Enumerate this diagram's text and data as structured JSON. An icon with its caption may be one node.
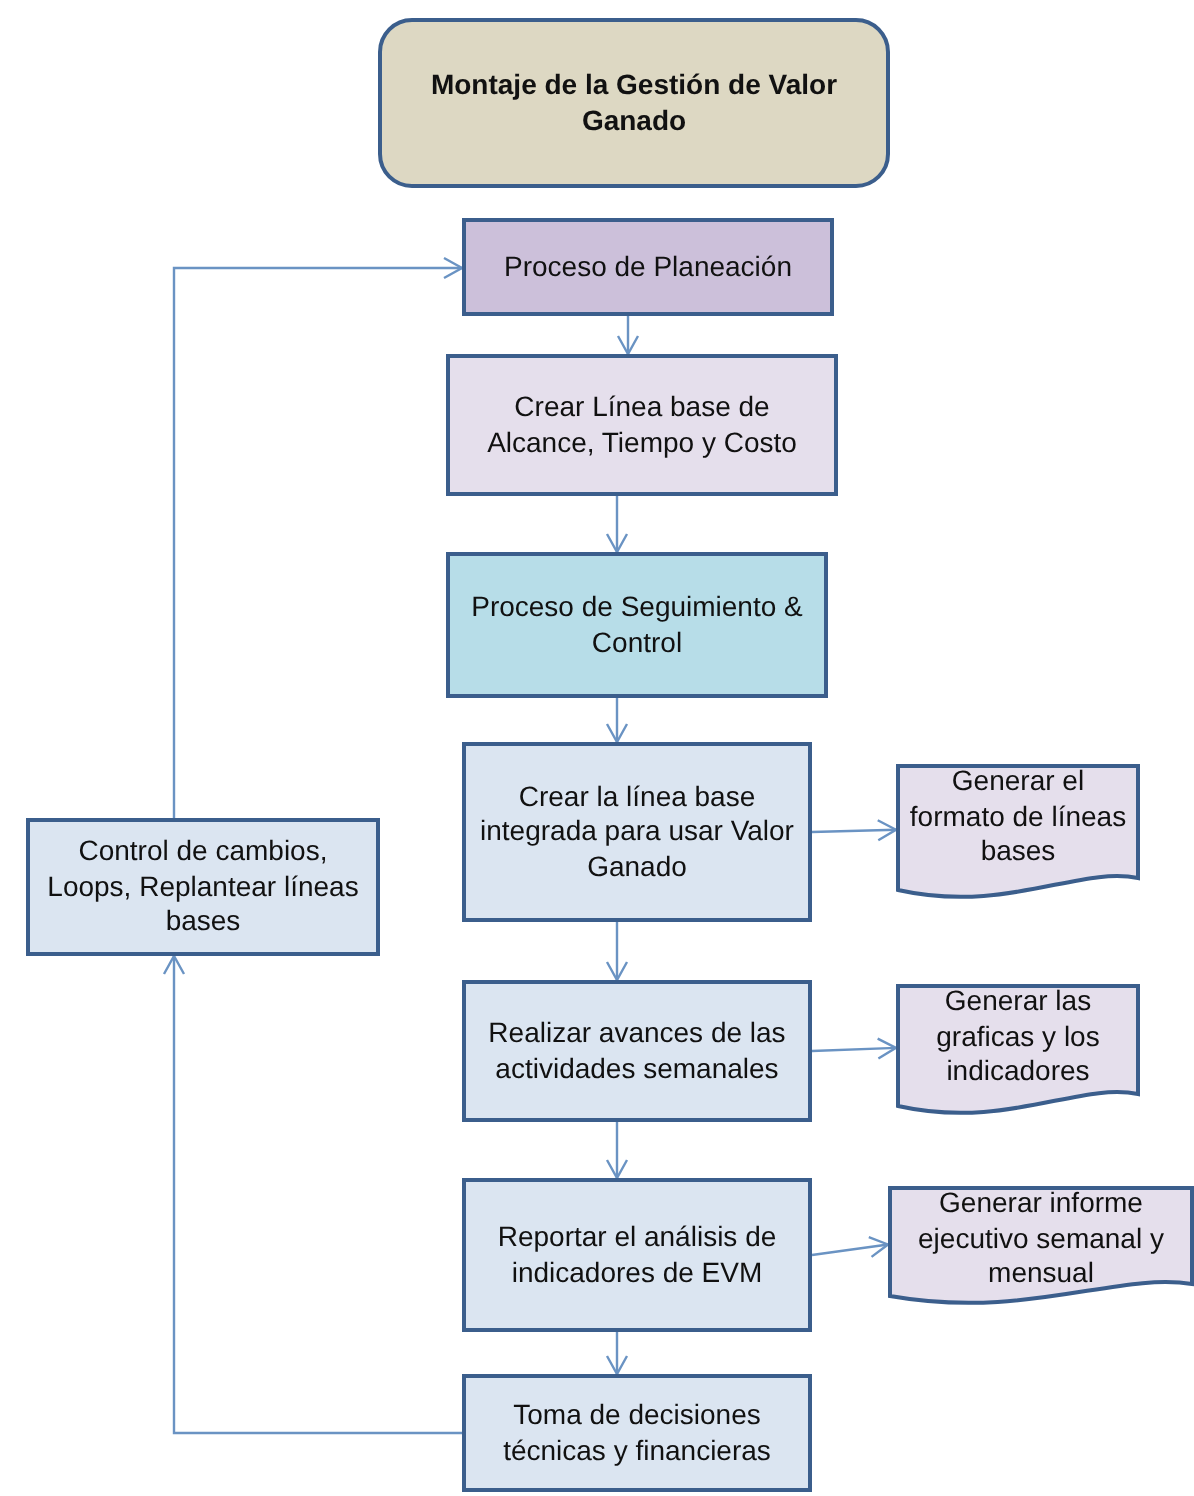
{
  "diagram": {
    "nodes": [
      {
        "text": [
          "Montaje de la Gestión de Valor Ganado"
        ]
      },
      {
        "text": [
          "Proceso de Planeación"
        ]
      },
      {
        "text": [
          "Crear Línea base de Alcance, Tiempo y Costo"
        ]
      },
      {
        "text": [
          "Proceso de Seguimiento & Control"
        ]
      },
      {
        "text": [
          "Crear la línea base integrada para usar Valor Ganado"
        ]
      },
      {
        "text": [
          "Generar el formato de líneas bases"
        ]
      },
      {
        "text": [
          "Realizar avances de las actividades semanales"
        ]
      },
      {
        "text": [
          "Generar las graficas y los indicadores"
        ]
      },
      {
        "text": [
          "Reportar el análisis de indicadores de EVM"
        ]
      },
      {
        "text": [
          "Generar informe ejecutivo semanal y mensual"
        ]
      },
      {
        "text": [
          "Toma de decisiones técnicas y financieras"
        ]
      },
      {
        "text": [
          "Control de cambios, Loops, Replantear líneas bases"
        ]
      }
    ],
    "edges": [
      {
        "from": 1,
        "to": 2,
        "arrow": "to"
      },
      {
        "from": 2,
        "to": 3,
        "arrow": "to"
      },
      {
        "from": 3,
        "to": 4,
        "arrow": "to"
      },
      {
        "from": 4,
        "to": 5,
        "arrow": "to"
      },
      {
        "from": 4,
        "to": 6,
        "arrow": "to"
      },
      {
        "from": 6,
        "to": 7,
        "arrow": "to"
      },
      {
        "from": 6,
        "to": 8,
        "arrow": "to"
      },
      {
        "from": 8,
        "to": 9,
        "arrow": "to"
      },
      {
        "from": 8,
        "to": 10,
        "arrow": "to"
      },
      {
        "from": 10,
        "to": 11,
        "arrow": "to"
      },
      {
        "from": 11,
        "to": 1,
        "arrow": "to"
      }
    ]
  }
}
